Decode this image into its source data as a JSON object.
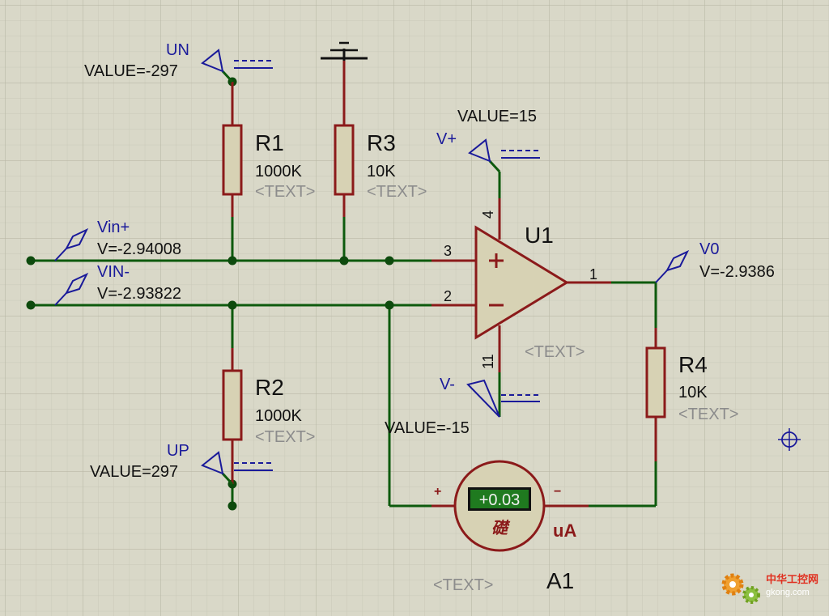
{
  "components": {
    "r1": {
      "ref": "R1",
      "value": "1000K",
      "text": "<TEXT>"
    },
    "r2": {
      "ref": "R2",
      "value": "1000K",
      "text": "<TEXT>"
    },
    "r3": {
      "ref": "R3",
      "value": "10K",
      "text": "<TEXT>"
    },
    "r4": {
      "ref": "R4",
      "value": "10K",
      "text": "<TEXT>"
    },
    "u1": {
      "ref": "U1",
      "text": "<TEXT>",
      "pins": {
        "noninv": "3",
        "inv": "2",
        "out": "1",
        "vpos": "4",
        "vneg": "11"
      }
    },
    "a1": {
      "ref": "A1",
      "reading": "+0.03",
      "unit": "uA",
      "glyph": "礎",
      "plus": "+",
      "minus": "−",
      "text": "<TEXT>"
    }
  },
  "generators": {
    "un": {
      "name": "UN",
      "value": "VALUE=-297"
    },
    "up": {
      "name": "UP",
      "value": "VALUE=297"
    },
    "vpos": {
      "name": "V+",
      "value": "VALUE=15"
    },
    "vneg": {
      "name": "V-",
      "value": "VALUE=-15"
    }
  },
  "probes": {
    "vin_plus": {
      "name": "Vin+",
      "reading": "V=-2.94008"
    },
    "vin_minus": {
      "name": "VIN-",
      "reading": "V=-2.93822"
    },
    "v0": {
      "name": "V0",
      "reading": "V=-2.9386"
    }
  },
  "watermark": {
    "logo_text": "中华工控网",
    "site": "gkong.com"
  },
  "colors": {
    "background": "#d9d8c8",
    "wire": "#0d5a0d",
    "component": "#8b1a1a",
    "label": "#1a1a9a",
    "meter_display": "#1f7a1f"
  }
}
